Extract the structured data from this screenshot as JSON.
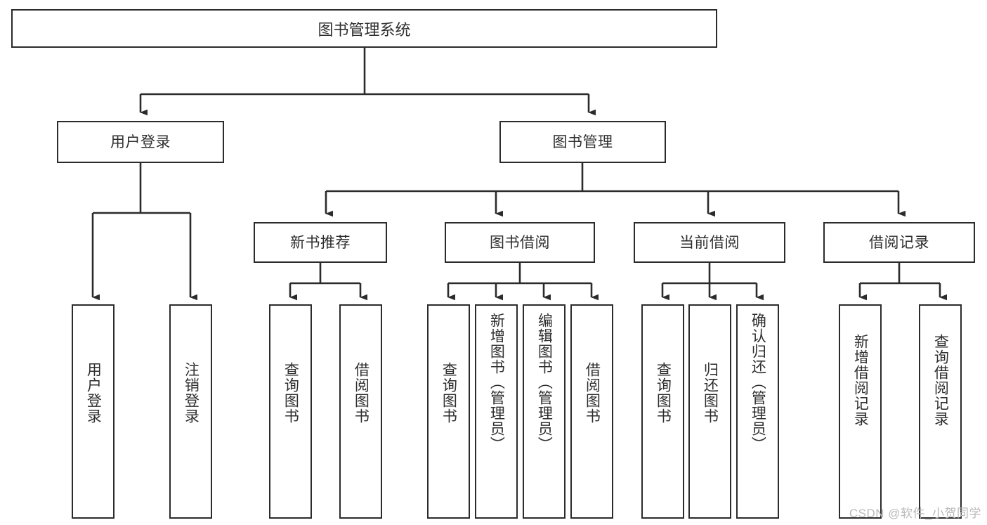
{
  "diagram": {
    "title": "图书管理系统",
    "root": {
      "label": "图书管理系统"
    },
    "level2": [
      {
        "label": "用户登录"
      },
      {
        "label": "图书管理"
      }
    ],
    "level3": [
      {
        "label": "新书推荐"
      },
      {
        "label": "图书借阅"
      },
      {
        "label": "当前借阅"
      },
      {
        "label": "借阅记录"
      }
    ],
    "leaves": {
      "user_login": [
        {
          "label": "用户登录"
        },
        {
          "label": "注销登录"
        }
      ],
      "new_book_recommend": [
        {
          "label": "查询图书"
        },
        {
          "label": "借阅图书"
        }
      ],
      "book_borrow": [
        {
          "label": "查询图书"
        },
        {
          "label": "新增图书（管理员）"
        },
        {
          "label": "编辑图书（管理员）"
        },
        {
          "label": "借阅图书"
        }
      ],
      "current_borrow": [
        {
          "label": "查询图书"
        },
        {
          "label": "归还图书"
        },
        {
          "label": "确认归还（管理员）"
        }
      ],
      "borrow_record": [
        {
          "label": "新增借阅记录"
        },
        {
          "label": "查询借阅记录"
        }
      ]
    }
  },
  "watermark": {
    "text": "CSDN @软件_小贺同学"
  },
  "colors": {
    "stroke": "#2b2b2b",
    "text": "#2e2e2e",
    "background": "#ffffff",
    "watermark": "#b9b9b9"
  }
}
